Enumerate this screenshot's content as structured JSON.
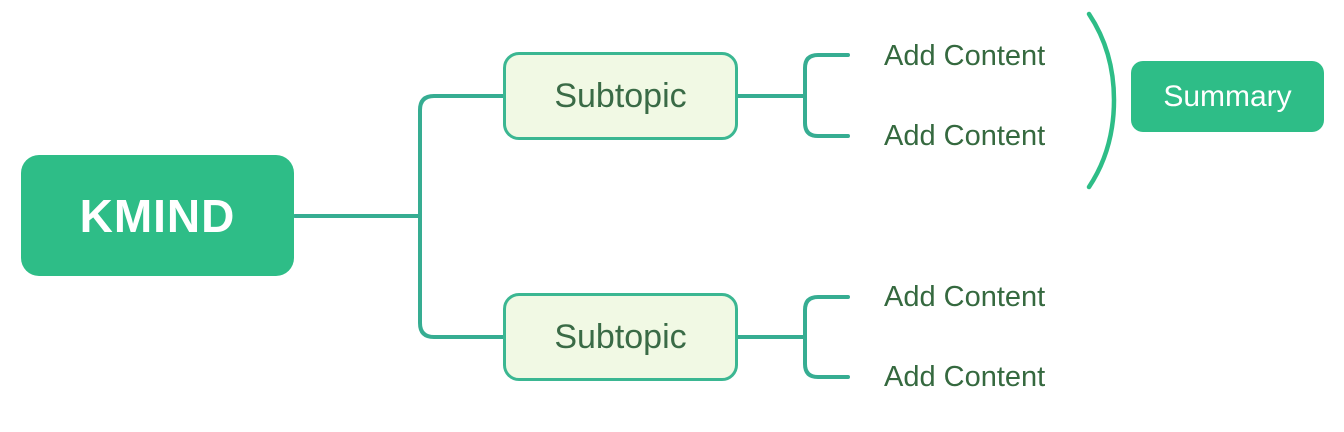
{
  "mindmap": {
    "root": {
      "label": "KMIND"
    },
    "subtopics": [
      {
        "label": "Subtopic",
        "children": [
          {
            "label": "Add Content"
          },
          {
            "label": "Add Content"
          }
        ]
      },
      {
        "label": "Subtopic",
        "children": [
          {
            "label": "Add Content"
          },
          {
            "label": "Add Content"
          }
        ]
      }
    ],
    "summary": {
      "label": "Summary"
    }
  },
  "colors": {
    "node-green": "#2ebd87",
    "connector": "#36ad92",
    "subtopic-border": "#3bb792",
    "subtopic-fill": "#f1f9e4",
    "subtopic-text": "#3a6b46",
    "child-text": "#35693f",
    "canvas-bg": "#ffffff"
  }
}
